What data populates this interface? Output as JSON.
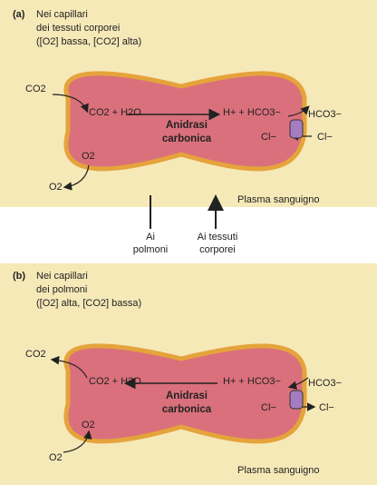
{
  "panel_a": {
    "letter": "(a)",
    "heading_line1": "Nei capillari",
    "heading_line2": "dei tessuti corporei",
    "heading_line3": "([O2] bassa, [CO2] alta)",
    "co2_outside": "CO2",
    "reaction_left": "CO2 + H2O",
    "reaction_right": "H+ + HCO3−",
    "enzyme_line1": "Anidrasi",
    "enzyme_line2": "carbonica",
    "hco3_outside": "HCO3−",
    "cl_inside": "Cl−",
    "cl_outside": "Cl−",
    "o2_inside": "O2",
    "o2_outside": "O2",
    "plasma": "Plasma sanguigno"
  },
  "middle": {
    "left_line1": "Ai",
    "left_line2": "polmoni",
    "right_line1": "Ai tessuti",
    "right_line2": "corporei"
  },
  "panel_b": {
    "letter": "(b)",
    "heading_line1": "Nei capillari",
    "heading_line2": "dei polmoni",
    "heading_line3": "([O2] alta, [CO2] bassa)",
    "co2_outside": "CO2",
    "reaction_left": "CO2 + H2O",
    "reaction_right": "H+ + HCO3−",
    "enzyme_line1": "Anidrasi",
    "enzyme_line2": "carbonica",
    "hco3_outside": "HCO3−",
    "cl_inside": "Cl−",
    "cl_outside": "Cl−",
    "o2_inside": "O2",
    "o2_outside": "O2",
    "plasma": "Plasma sanguigno"
  },
  "colors": {
    "background": "#f6e9b8",
    "cell_fill": "#d9707c",
    "cell_border": "#e5a33b",
    "channel": "#a57cc0"
  }
}
